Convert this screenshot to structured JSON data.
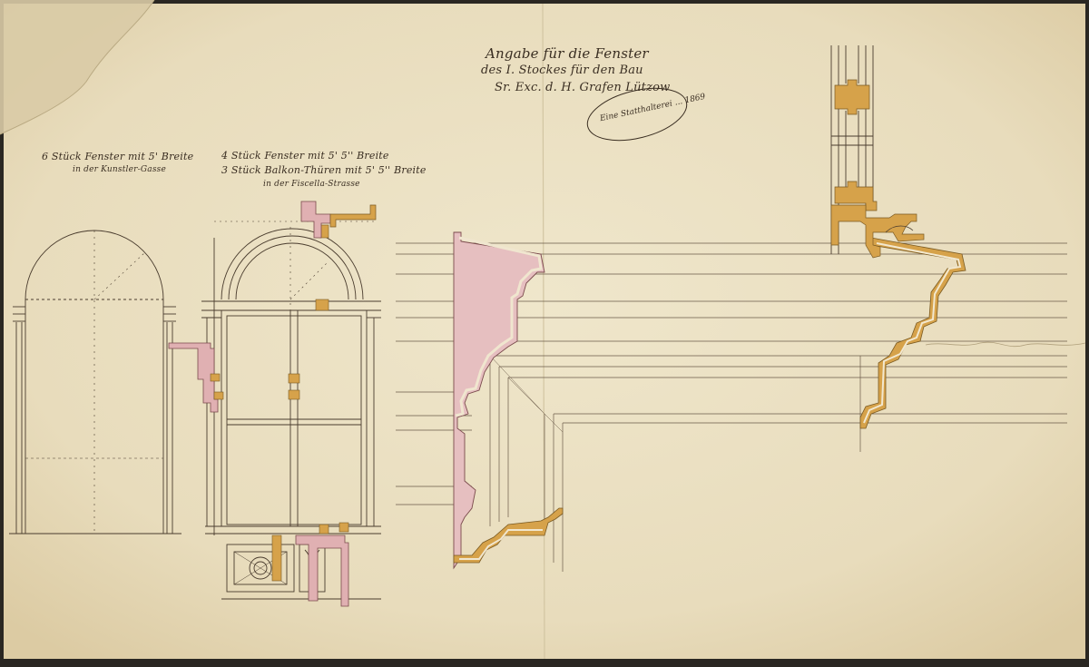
{
  "sheet": {
    "title_lines": [
      "Angabe für die Fenster",
      "des I. Stockes für den Bau",
      "Sr. Exc. d. H. Grafen Lützow"
    ],
    "left_caption": [
      "6 Stück Fenster mit 5' Breite",
      "in der Kunstler-Gasse"
    ],
    "middle_caption": [
      "4 Stück Fenster mit 5' 5'' Breite",
      "3 Stück Balkon-Thüren mit 5' 5'' Breite",
      "in der Fiscella-Strasse"
    ],
    "stamp_signature": "Eine Statthalterei ... 1869",
    "paper_color": "#ede3c6",
    "ink_color": "#3a2e22",
    "ochre_color": "#d6a24a",
    "pink_color": "#e0b0b2"
  }
}
